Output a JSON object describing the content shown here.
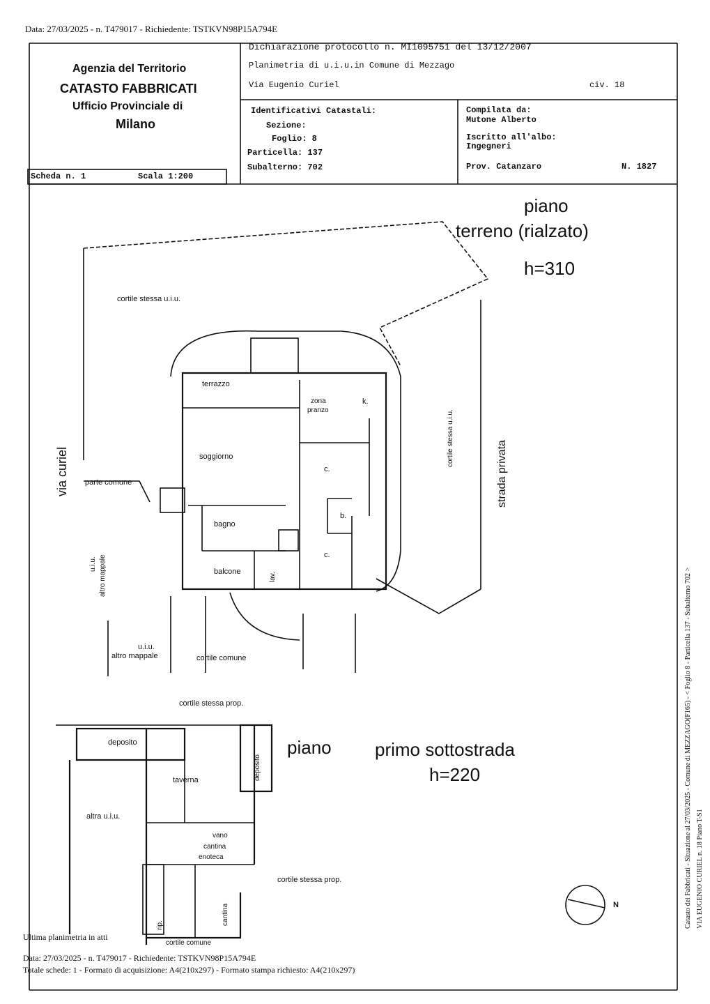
{
  "header": {
    "top_line": "Data: 27/03/2025 - n. T479017 - Richiedente: TSTKVN98P15A794E",
    "agency": "Agenzia del Territorio",
    "catasto": "CATASTO FABBRICATI",
    "ufficio": "Ufficio Provinciale di",
    "city": "Milano",
    "dichiarazione": "Dichiarazione protocollo n. MI1095751 del 13/12/2007",
    "planimetria": "Planimetria di u.i.u.in Comune di Mezzago",
    "via": "Via Eugenio Curiel",
    "civ": "civ. 18",
    "identificativi": "Identificativi Catastali:",
    "sezione": "Sezione:",
    "foglio": "Foglio: 8",
    "particella": "Particella: 137",
    "subalterno": "Subalterno: 702",
    "compilata": "Compilata da:",
    "compilatore": "Mutone Alberto",
    "iscritto": "Iscritto all'albo:",
    "albo": "Ingegneri",
    "prov": "Prov. Catanzaro",
    "numero": "N.  1827",
    "scheda": "Scheda n. 1",
    "scala": "Scala 1:200"
  },
  "floor_terra": {
    "title1": "piano",
    "title2": "terreno (rialzato)",
    "height": "h=310",
    "labels": {
      "cortile_top": "cortile stessa u.i.u.",
      "terrazzo": "terrazzo",
      "zona": "zona",
      "pranzo": "pranzo",
      "k": "k.",
      "soggiorno": "soggiorno",
      "c1": "c.",
      "b": "b.",
      "bagno": "bagno",
      "c2": "c.",
      "balcone": "balcone",
      "lav": "lav.",
      "parte_comune": "parte comune",
      "via_curiel": "via curiel",
      "uiu": "u.i.u.",
      "altro_mappale_v": "altro mappale",
      "uiu2": "u.i.u.",
      "altro_mappale": "altro mappale",
      "cortile_comune": "cortile comune",
      "cortile_right": "cortile stessa u.i.u.",
      "strada_privata": "strada privata"
    }
  },
  "floor_sotto": {
    "title1": "piano",
    "title2": "primo sottostrada",
    "height": "h=220",
    "labels": {
      "cortile_top": "cortile stessa prop.",
      "deposito": "deposito",
      "deposito_v": "deposito",
      "taverna": "taverna",
      "altra": "altra u.i.u.",
      "vano": "vano",
      "cantina": "cantina",
      "enoteca": "enoteca",
      "cortile_right": "cortile stessa prop.",
      "rip": "rip.",
      "cantina_v": "cantina",
      "cortile_comune": "cortile comune"
    }
  },
  "compass": {
    "label": "N"
  },
  "footer": {
    "ultima": "Ultima planimetria in atti",
    "line1": "Data: 27/03/2025 - n. T479017 - Richiedente: TSTKVN98P15A794E",
    "line2": "Totale schede: 1 - Formato di acquisizione: A4(210x297)  - Formato stampa richiesto: A4(210x297)"
  },
  "side": {
    "line1": "Catasto dei Fabbricati - Situazione al 27/03/2025 - Comune di MEZZAGO(F165) - < Foglio 8 - Particella 137 - Subalterno 702 >",
    "line2": "VIA EUGENIO CURIEL n. 18 Piano T-S1"
  }
}
